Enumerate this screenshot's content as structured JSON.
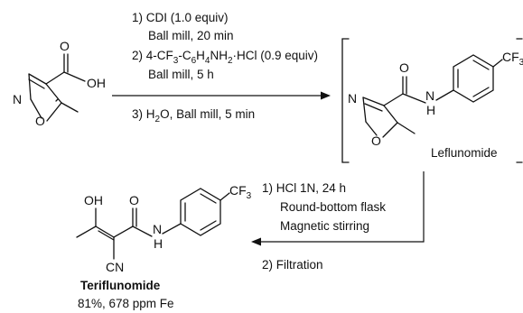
{
  "reaction": {
    "step1": {
      "line1": "1) CDI (1.0 equiv)",
      "line2": "Ball mill, 20 min",
      "line3": "2) 4-CF",
      "line3_sub1": "3",
      "line3_b": "-C",
      "line3_sub2": "6",
      "line3_c": "H",
      "line3_sub3": "4",
      "line3_d": "NH",
      "line3_sub4": "2",
      "line3_e": "·HCl (0.9 equiv)",
      "line4": "Ball mill, 5 h",
      "line5_a": "3) H",
      "line5_sub": "2",
      "line5_b": "O, Ball mill, 5 min"
    },
    "step2": {
      "line1": "1) HCl 1N, 24 h",
      "line2": "Round-bottom flask",
      "line3": "Magnetic stirring",
      "line4": "2) Filtration"
    }
  },
  "compounds": {
    "intermediate_name": "Leflunomide",
    "product_name": "Teriflunomide",
    "product_yield": "81%, 678 ppm Fe"
  },
  "atoms": {
    "O": "O",
    "OH": "OH",
    "N": "N",
    "H": "H",
    "CN": "CN",
    "CF": "CF",
    "CF_sub": "3"
  }
}
